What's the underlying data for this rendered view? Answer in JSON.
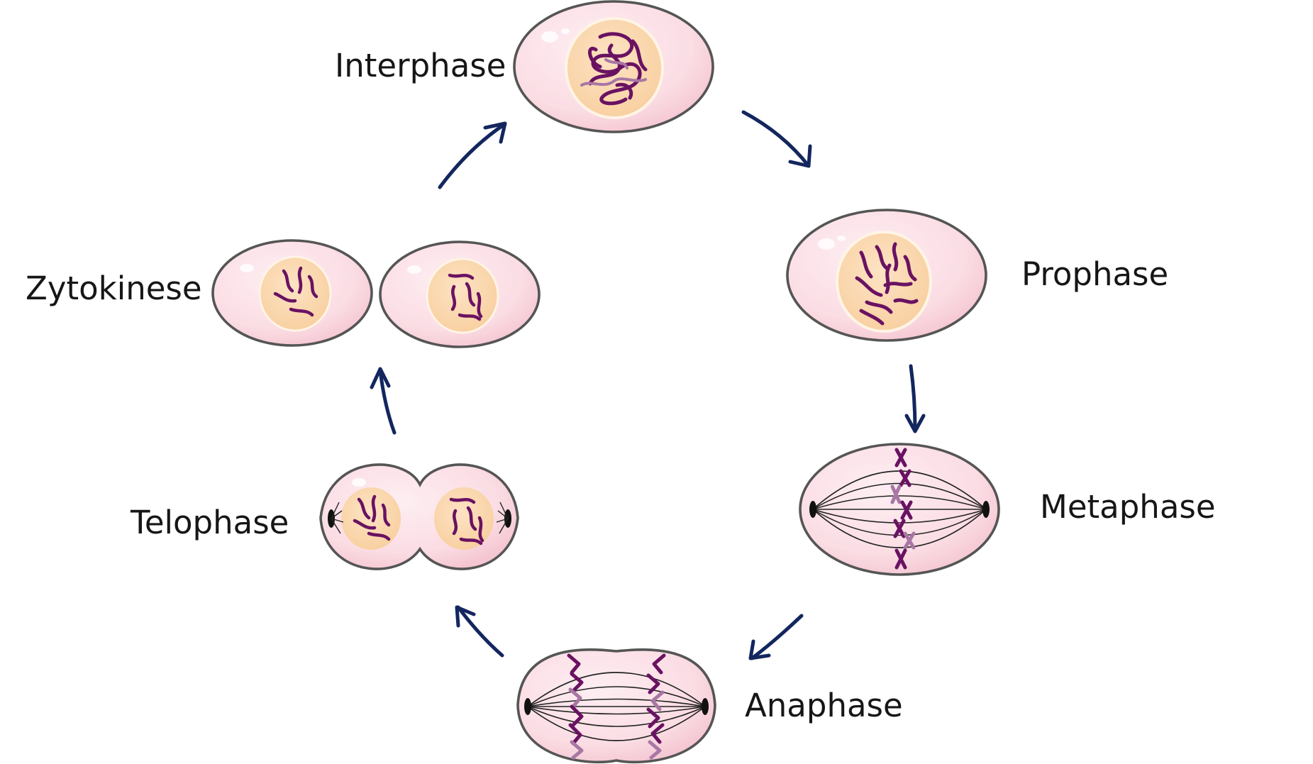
{
  "diagram": {
    "colors": {
      "cytoplasm": "#fbdbe2",
      "cytoplasm_light": "#fde9ee",
      "nucleus": "#fbd9b4",
      "nucleus_rim": "#fff4e6",
      "membrane": "#555555",
      "chromosome": "#6a1262",
      "chromosome_light": "#a877a4",
      "spindle": "#222222",
      "arrow": "#13265e"
    },
    "phases": {
      "interphase": {
        "label": "Interphase"
      },
      "prophase": {
        "label": "Prophase"
      },
      "metaphase": {
        "label": "Metaphase"
      },
      "anaphase": {
        "label": "Anaphase"
      },
      "telophase": {
        "label": "Telophase"
      },
      "cytokinesis": {
        "label": "Zytokinese"
      }
    }
  }
}
